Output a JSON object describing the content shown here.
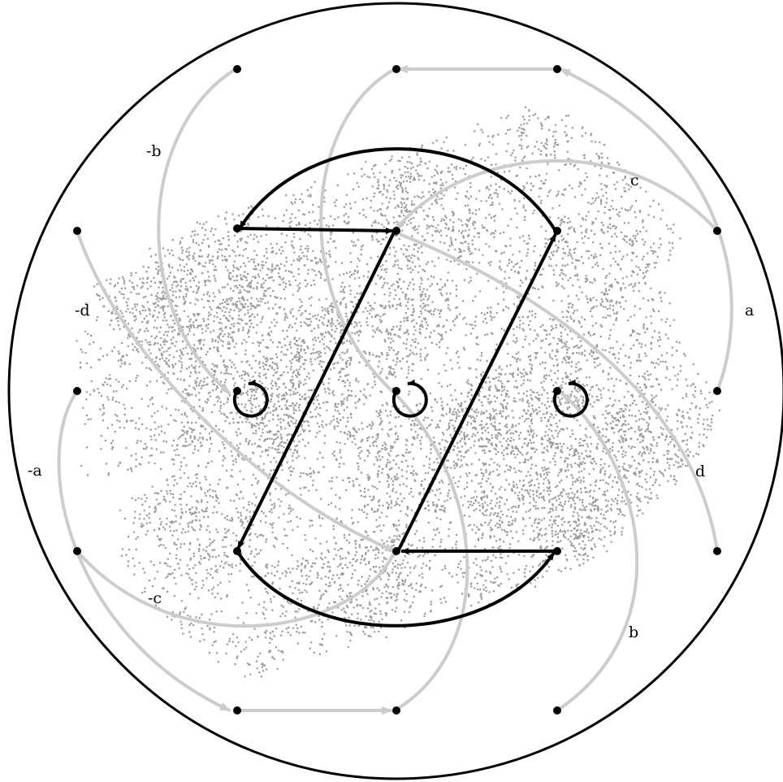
{
  "diagram": {
    "labels": {
      "a": "a",
      "b": "b",
      "c": "c",
      "d": "d",
      "neg_a": "-a",
      "neg_b": "-b",
      "neg_c": "-c",
      "neg_d": "-d"
    },
    "colors": {
      "background": "#ffffff",
      "boundary": "#000000",
      "fractal": "#9a9a9a",
      "generator_arrows": "#cccccc",
      "cycle_arrows": "#000000",
      "points": "#000000"
    }
  }
}
